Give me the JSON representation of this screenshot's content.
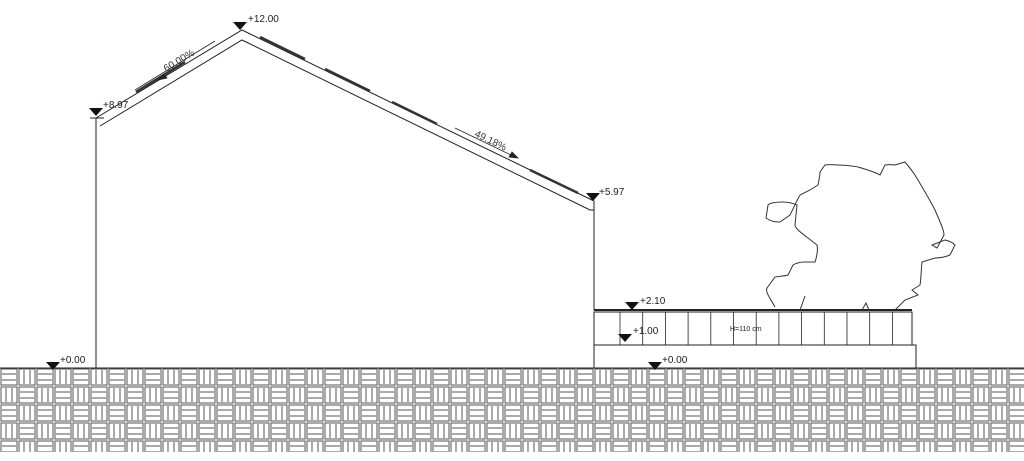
{
  "elevations": {
    "ridge": "+12.00",
    "left_eave": "+8.97",
    "right_eave": "+5.97",
    "fence_top": "+2.10",
    "terrace": "+1.00",
    "ground_left": "+0.00",
    "ground_right": "+0.00"
  },
  "slopes": {
    "left_roof": "60.00%",
    "right_roof": "49.18%"
  },
  "fence_height": "H=110 cm",
  "colors": {
    "line": "#222222",
    "hatch": "#555555",
    "background": "#ffffff"
  }
}
